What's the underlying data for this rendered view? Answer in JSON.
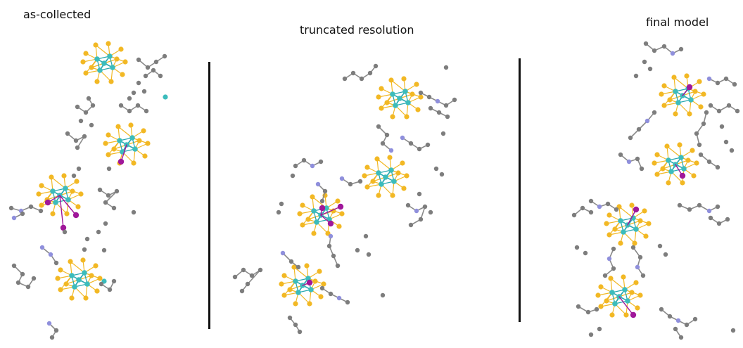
{
  "panels": [
    {
      "title": "as-collected"
    },
    {
      "title": "truncated resolution"
    },
    {
      "title": "final model"
    }
  ],
  "colors": {
    "carbon": "#7d7d7d",
    "bond": "#8a8a8a",
    "sulfur": "#f2b824",
    "metal": "#3cbcbc",
    "metal_bond": "#2aa8b0",
    "nitrogen": "#8f8fdc",
    "heavy": "#a0179a",
    "divider": "#111111"
  }
}
